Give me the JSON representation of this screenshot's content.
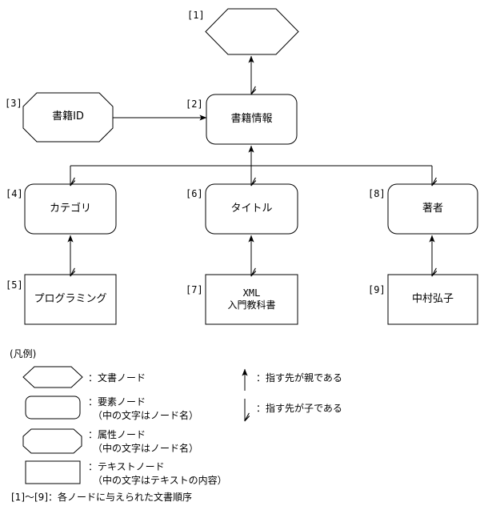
{
  "diagram": {
    "title": "XML DOM tree structure diagram",
    "stroke_color": "#000000",
    "fill_color": "#ffffff",
    "background": "#ffffff",
    "nodes": [
      {
        "id": "n1",
        "order_label": "[1]",
        "shape": "hexagon",
        "kind": "document-node",
        "text": ""
      },
      {
        "id": "n2",
        "order_label": "[2]",
        "shape": "rounded-rect",
        "kind": "element-node",
        "text": "書籍情報"
      },
      {
        "id": "n3",
        "order_label": "[3]",
        "shape": "octagon",
        "kind": "attribute-node",
        "text": "書籍ID"
      },
      {
        "id": "n4",
        "order_label": "[4]",
        "shape": "rounded-rect",
        "kind": "element-node",
        "text": "カテゴリ"
      },
      {
        "id": "n5",
        "order_label": "[5]",
        "shape": "rect",
        "kind": "text-node",
        "text": "プログラミング"
      },
      {
        "id": "n6",
        "order_label": "[6]",
        "shape": "rounded-rect",
        "kind": "element-node",
        "text": "タイトル"
      },
      {
        "id": "n7",
        "order_label": "[7]",
        "shape": "rect",
        "kind": "text-node",
        "text": "XML\n入門教科書"
      },
      {
        "id": "n8",
        "order_label": "[8]",
        "shape": "rounded-rect",
        "kind": "element-node",
        "text": "著者"
      },
      {
        "id": "n9",
        "order_label": "[9]",
        "shape": "rect",
        "kind": "text-node",
        "text": "中村弘子"
      }
    ]
  },
  "legend": {
    "heading": "(凡例)",
    "shape_entries": [
      {
        "shape": "hexagon",
        "text": "：文書ノード"
      },
      {
        "shape": "rounded-rect",
        "text": "：要素ノード\n　（中の文字はノード名）"
      },
      {
        "shape": "octagon",
        "text": "：属性ノード\n　（中の文字はノード名）"
      },
      {
        "shape": "rect",
        "text": "：テキストノード\n　（中の文字はテキストの内容）"
      }
    ],
    "arrow_entries": [
      {
        "arrow": "filled-up-arrow",
        "text": "：指す先が親である"
      },
      {
        "arrow": "open-down-arrow",
        "text": "：指す先が子である"
      }
    ],
    "footer": "[1]～[9]：各ノードに与えられた文書順序"
  }
}
